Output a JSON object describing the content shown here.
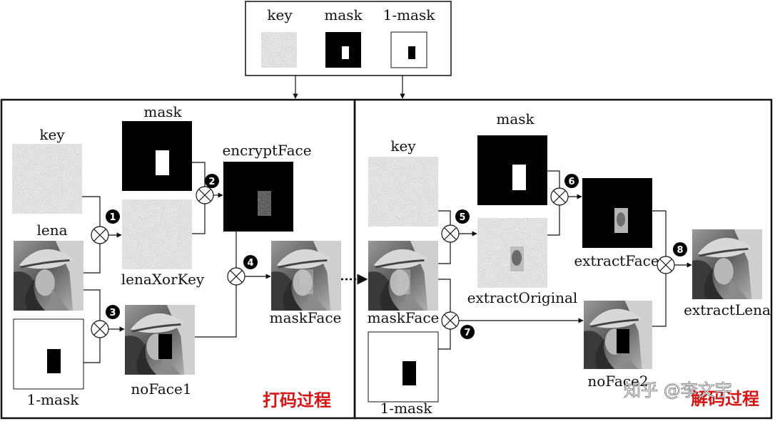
{
  "legend": {
    "key": "key",
    "mask": "mask",
    "inv_mask": "1-mask"
  },
  "encode": {
    "key": "key",
    "lena": "lena",
    "inv_mask": "1-mask",
    "mask": "mask",
    "lena_xor_key": "lenaXorKey",
    "encrypt_face": "encryptFace",
    "no_face1": "noFace1",
    "mask_face": "maskFace",
    "title": "打码过程"
  },
  "decode": {
    "key": "key",
    "mask": "mask",
    "mask_face": "maskFace",
    "inv_mask": "1-mask",
    "extract_original": "extractOriginal",
    "extract_face": "extractFace",
    "no_face2": "noFace2",
    "extract_lena": "extractLena",
    "title": "解码过程"
  },
  "steps": [
    "1",
    "2",
    "3",
    "4",
    "5",
    "6",
    "7",
    "8"
  ],
  "watermark": "知乎 @李文宇"
}
